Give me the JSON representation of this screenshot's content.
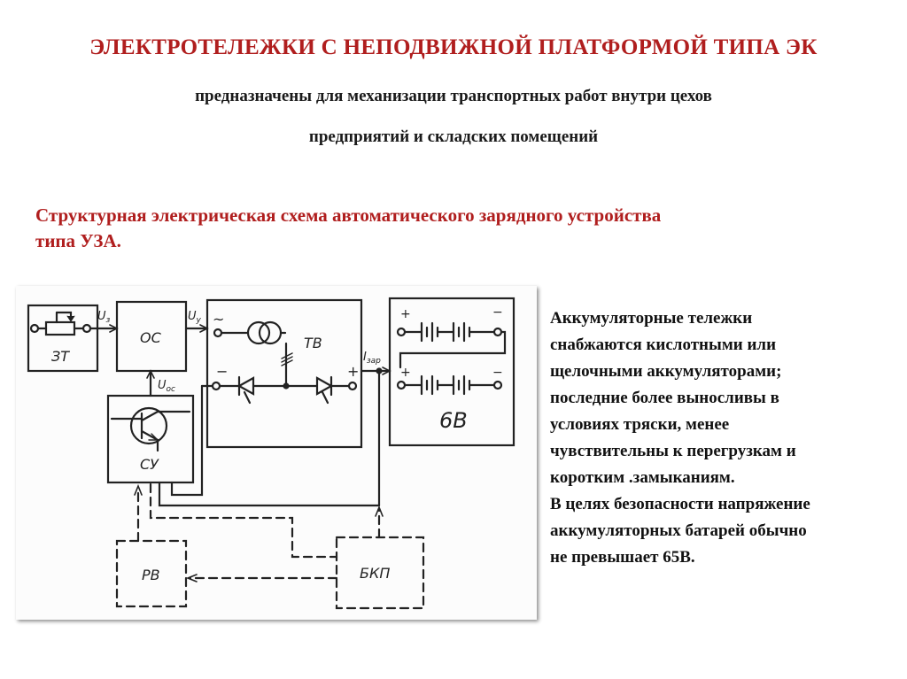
{
  "header": {
    "title": "ЭЛЕКТРОТЕЛЕЖКИ С НЕПОДВИЖНОЙ ПЛАТФОРМОЙ ТИПА ЭК",
    "subtitle_line1": "предназначены  для механизации транспортных работ внутри цехов",
    "subtitle_line2": "предприятий и складских помещений"
  },
  "section": {
    "title_line1": "Структурная электрическая схема автоматического зарядного устройства",
    "title_line2": "типа УЗА."
  },
  "diagram": {
    "blocks": {
      "zt": "ЗТ",
      "os": "ОС",
      "tv": "ТВ",
      "bv": "6В",
      "su": "СУ",
      "rv": "РВ",
      "bkp": "БКП"
    },
    "signals": {
      "u3": "U",
      "u3_sub": "з",
      "uy": "U",
      "uy_sub": "у",
      "uos": "U",
      "uos_sub": "ос",
      "izar": "I",
      "izar_sub": "зар",
      "ac": "~",
      "minus": "−",
      "plus": "+"
    }
  },
  "description": {
    "lines": [
      "Аккумуляторные тележки",
      "снабжаются кислотными или",
      "щелочными аккумуляторами;",
      "последние более выносливы в",
      "условиях тряски, менее",
      "чувствительны к перегрузкам и",
      "коротким .замыканиям.",
      "В целях безопасности напряжение",
      "аккумуляторных батарей обычно",
      "не превышает 65В."
    ]
  },
  "colors": {
    "accent_red": "#b01e1e",
    "text": "#1a1a1a",
    "diagram_line": "#222222"
  }
}
